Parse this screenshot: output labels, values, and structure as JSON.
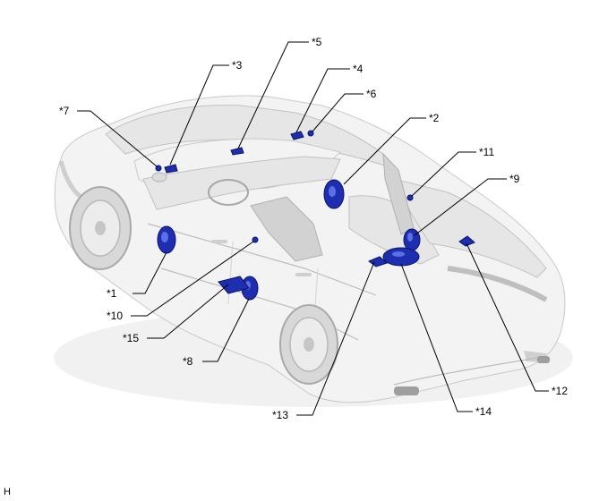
{
  "callouts": [
    {
      "id": "c1",
      "label": "*1"
    },
    {
      "id": "c2",
      "label": "*2"
    },
    {
      "id": "c3",
      "label": "*3"
    },
    {
      "id": "c4",
      "label": "*4"
    },
    {
      "id": "c5",
      "label": "*5"
    },
    {
      "id": "c6",
      "label": "*6"
    },
    {
      "id": "c7",
      "label": "*7"
    },
    {
      "id": "c8",
      "label": "*8"
    },
    {
      "id": "c9",
      "label": "*9"
    },
    {
      "id": "c10",
      "label": "*10"
    },
    {
      "id": "c11",
      "label": "*11"
    },
    {
      "id": "c12",
      "label": "*12"
    },
    {
      "id": "c13",
      "label": "*13"
    },
    {
      "id": "c14",
      "label": "*14"
    },
    {
      "id": "c15",
      "label": "*15"
    }
  ],
  "figure_id": "H",
  "colors": {
    "speaker": "#1d2fb0",
    "car_body": "#f3f3f3",
    "leader_line": "#000000"
  }
}
